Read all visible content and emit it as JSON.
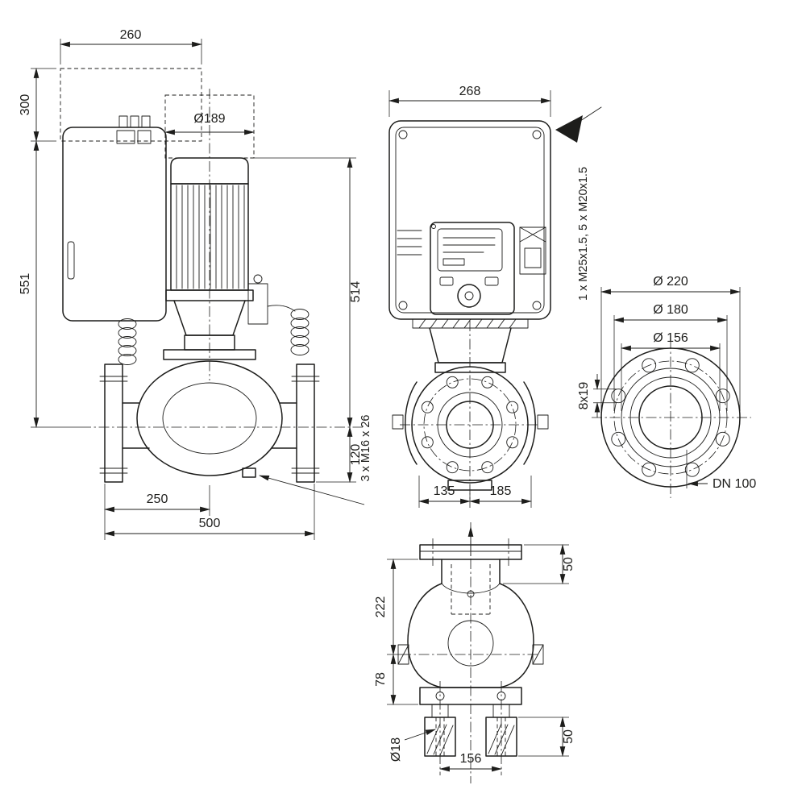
{
  "meta": {
    "drawing_type": "pump-dimensional-drawing",
    "line_color": "#1d1d1b",
    "background_color": "#ffffff"
  },
  "views": {
    "side": {
      "dims": {
        "top_width": "260",
        "module_height": "300",
        "height_to_axis": "551",
        "motor_diameter": "Ø189",
        "motor_assembly_height": "514",
        "axis_to_bottom": "120",
        "plug_spec": "3 x M16 x 26",
        "axis_to_flange": "250",
        "flange_to_flange": "500"
      }
    },
    "front": {
      "dims": {
        "module_width": "268",
        "cable_glands": "1 x M25x1.5, 5 x M20x1.5",
        "center_to_left": "135",
        "center_to_right": "185"
      }
    },
    "flange": {
      "dims": {
        "outer_diameter": "Ø 220",
        "bolt_circle": "Ø 180",
        "raised_face": "Ø 156",
        "bolt_holes": "8x19",
        "nominal_bore": "DN 100"
      }
    },
    "bottom": {
      "dims": {
        "flange_to_neck": "50",
        "neck_to_axis": "222",
        "axis_to_base": "78",
        "foot_height": "50",
        "foot_hole_diameter": "Ø18",
        "foot_hole_spacing": "156"
      }
    }
  }
}
